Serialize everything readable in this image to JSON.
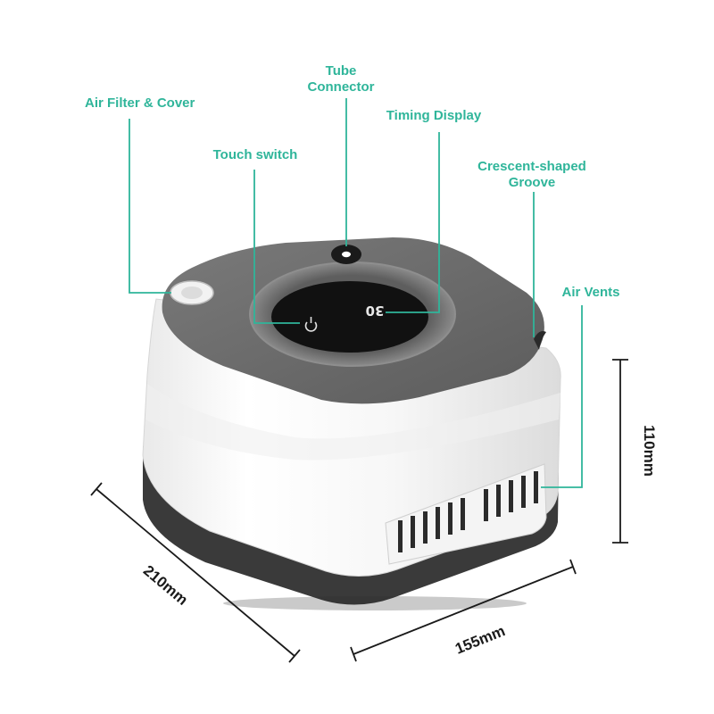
{
  "colors": {
    "label": "#2fb59a",
    "leader": "#2fb59a",
    "dimension": "#1a1a1a",
    "body": "#ffffff",
    "top_panel": "#6b6b6b",
    "base": "#3a3a3a",
    "display": "#111111"
  },
  "callouts": {
    "air_filter": "Air Filter & Cover",
    "tube_connector_line1": "Tube",
    "tube_connector_line2": "Connector",
    "timing_display": "Timing Display",
    "touch_switch": "Touch switch",
    "groove_line1": "Crescent-shaped",
    "groove_line2": "Groove",
    "air_vents": "Air Vents"
  },
  "dimensions": {
    "depth": "210mm",
    "width": "155mm",
    "height": "110mm"
  },
  "display": {
    "timer_readout": "30",
    "power_icon": "power-icon"
  }
}
